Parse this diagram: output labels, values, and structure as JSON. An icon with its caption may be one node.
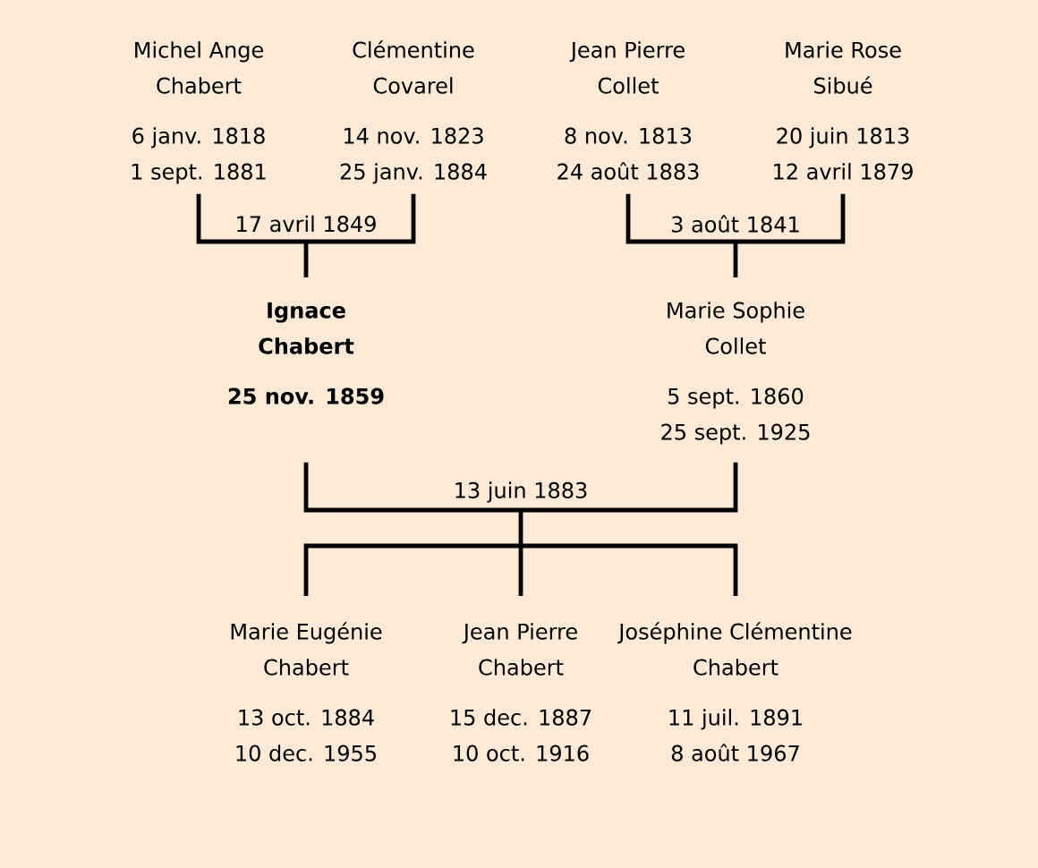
{
  "diagram": {
    "nodes": [
      {
        "text": [
          "Michel Ange Chabert",
          "6 janv. 1818",
          "1 sept. 1881"
        ]
      },
      {
        "text": [
          "Clémentine Covarel",
          "14 nov. 1823",
          "25 janv. 1884"
        ]
      },
      {
        "text": [
          "Jean Pierre Collet",
          "8 nov. 1813",
          "24 août 1883"
        ]
      },
      {
        "text": [
          "Marie Rose Sibué",
          "20 juin 1813",
          "12 avril 1879"
        ]
      },
      {
        "text": [
          "Ignace Chabert",
          "25 nov. 1859"
        ]
      },
      {
        "text": [
          "Marie Sophie Collet",
          "5 sept. 1860",
          "25 sept. 1925"
        ]
      },
      {
        "text": [
          "Marie Eugénie Chabert",
          "13 oct. 1884",
          "10 dec. 1955"
        ]
      },
      {
        "text": [
          "Jean Pierre Chabert",
          "15 dec. 1887",
          "10 oct. 1916"
        ]
      },
      {
        "text": [
          "Joséphine Clémentine Chabert",
          "11 juil. 1891",
          "8 août 1967"
        ]
      }
    ],
    "edges": [
      {
        "from": 0,
        "to": 4,
        "arrow": "none",
        "label": "17 avril 1849"
      },
      {
        "from": 1,
        "to": 4,
        "arrow": "none"
      },
      {
        "from": 2,
        "to": 5,
        "arrow": "none",
        "label": "3 août 1841"
      },
      {
        "from": 3,
        "to": 5,
        "arrow": "none"
      },
      {
        "from": 4,
        "to": 6,
        "arrow": "none",
        "label": "13 juin 1883"
      },
      {
        "from": 4,
        "to": 7,
        "arrow": "none"
      },
      {
        "from": 4,
        "to": 8,
        "arrow": "none"
      },
      {
        "from": 5,
        "to": 6,
        "arrow": "none"
      },
      {
        "from": 5,
        "to": 7,
        "arrow": "none"
      },
      {
        "from": 5,
        "to": 8,
        "arrow": "none"
      }
    ]
  }
}
